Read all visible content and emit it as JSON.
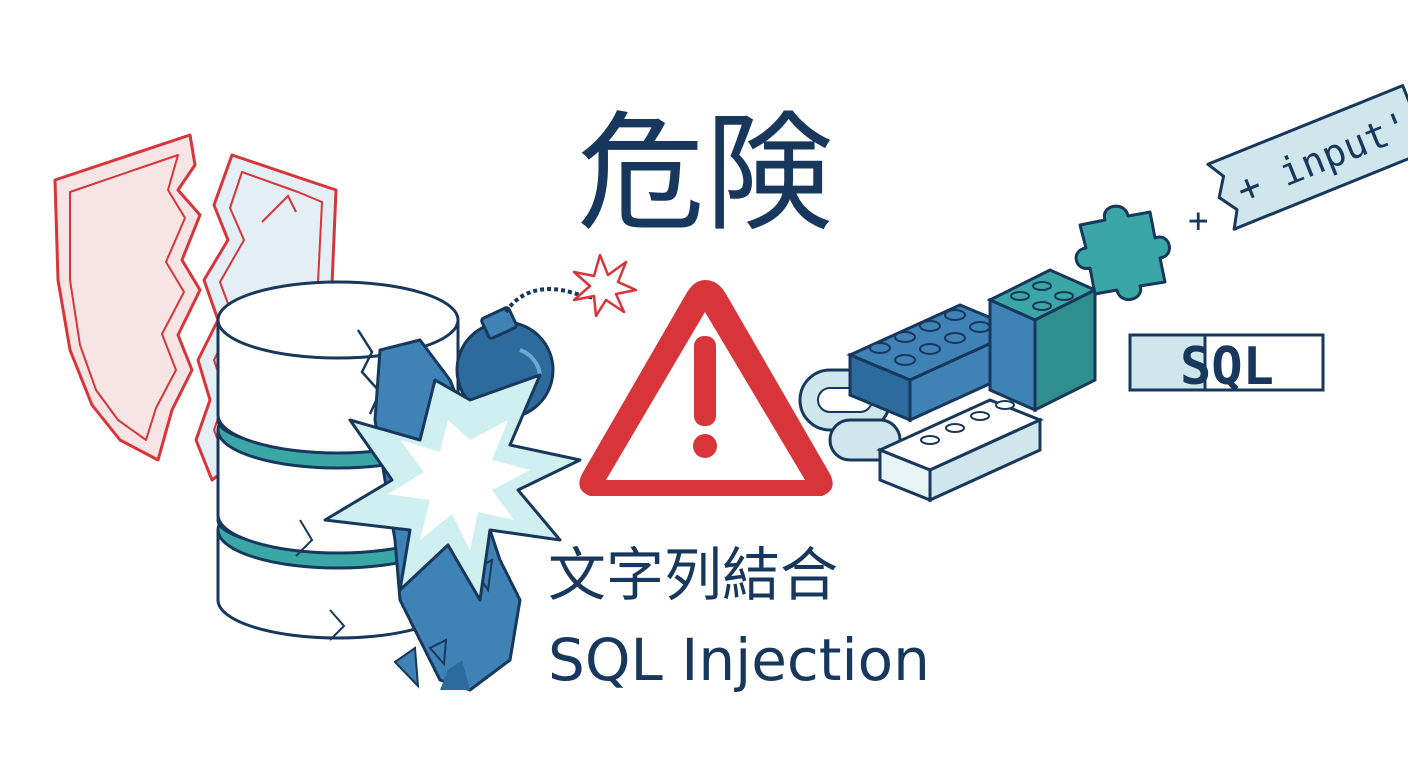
{
  "heading": "危険",
  "subtitle_jp": "文字列結合",
  "subtitle_en": "SQL Injection",
  "code_snippet": "+ input'",
  "plus_sign": "+",
  "sql_label": "SQL",
  "colors": {
    "navy": "#17385c",
    "red": "#d8353b",
    "teal": "#3aa6a6",
    "light_teal": "#cfe7ec",
    "blue": "#3f82b5",
    "pale": "#eef6f8"
  },
  "icons": [
    "broken-shield-icon",
    "cracked-database-icon",
    "bomb-icon",
    "explosion-icon",
    "warning-triangle-icon",
    "lego-bricks-icon",
    "puzzle-piece-icon",
    "chain-link-icon"
  ]
}
